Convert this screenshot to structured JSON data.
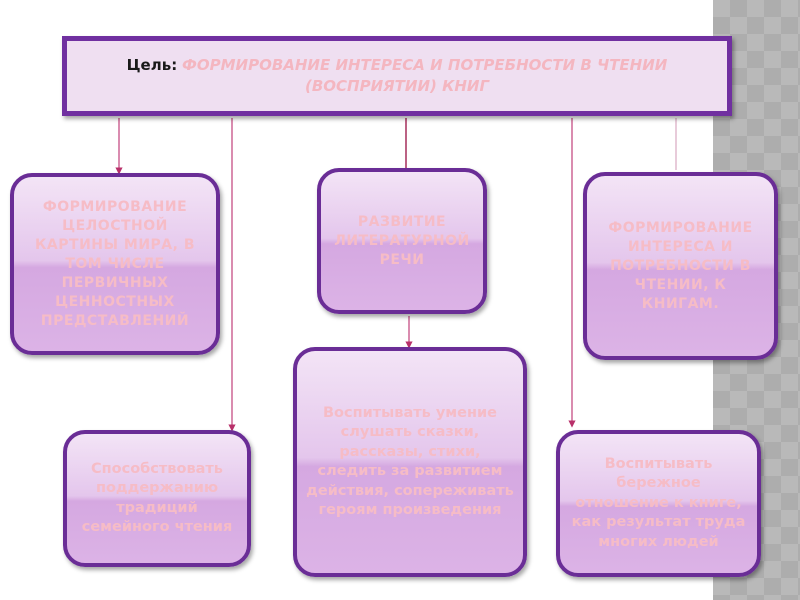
{
  "background": {
    "pattern_color": "#b9b9b9"
  },
  "goal": {
    "label": "Цель:",
    "text": "ФОРМИРОВАНИЕ ИНТЕРЕСА И ПОТРЕБНОСТИ В ЧТЕНИИ (ВОСПРИЯТИИ) КНИГ"
  },
  "nodes": [
    {
      "id": "n1",
      "text": "ФОРМИРОВАНИЕ ЦЕЛОСТНОЙ КАРТИНЫ МИРА, В ТОМ ЧИСЛЕ ПЕРВИЧНЫХ ЦЕННОСТНЫХ ПРЕДСТАВЛЕНИЙ"
    },
    {
      "id": "n2",
      "text": "РАЗВИТИЕ ЛИТЕРАТУРНОЙ РЕЧИ"
    },
    {
      "id": "n3",
      "text": "ФОРМИРОВАНИЕ ИНТЕРЕСА И ПОТРЕБНОСТИ В ЧТЕНИИ, К КНИГАМ."
    },
    {
      "id": "n4",
      "text": "Воспитывать умение слушать сказки, рассказы, стихи, следить за развитием действия, сопереживать героям произведения"
    },
    {
      "id": "n5",
      "text": "Способствовать поддержанию традиций семейного чтения"
    },
    {
      "id": "n6",
      "text": "Воспитывать бережное отношение к книге, как результат труда многих людей"
    }
  ],
  "edges": [
    {
      "from": "goal",
      "to": "n1"
    },
    {
      "from": "goal",
      "to": "n5"
    },
    {
      "from": "goal",
      "to": "n2"
    },
    {
      "from": "n2",
      "to": "n4"
    },
    {
      "from": "goal",
      "to": "n6"
    },
    {
      "from": "goal",
      "to": "n3"
    }
  ],
  "colors": {
    "box_border": "#7030a0",
    "goal_fill": "#efdff1",
    "node_text": "#f6bcc6",
    "connector": "#c0407a"
  }
}
